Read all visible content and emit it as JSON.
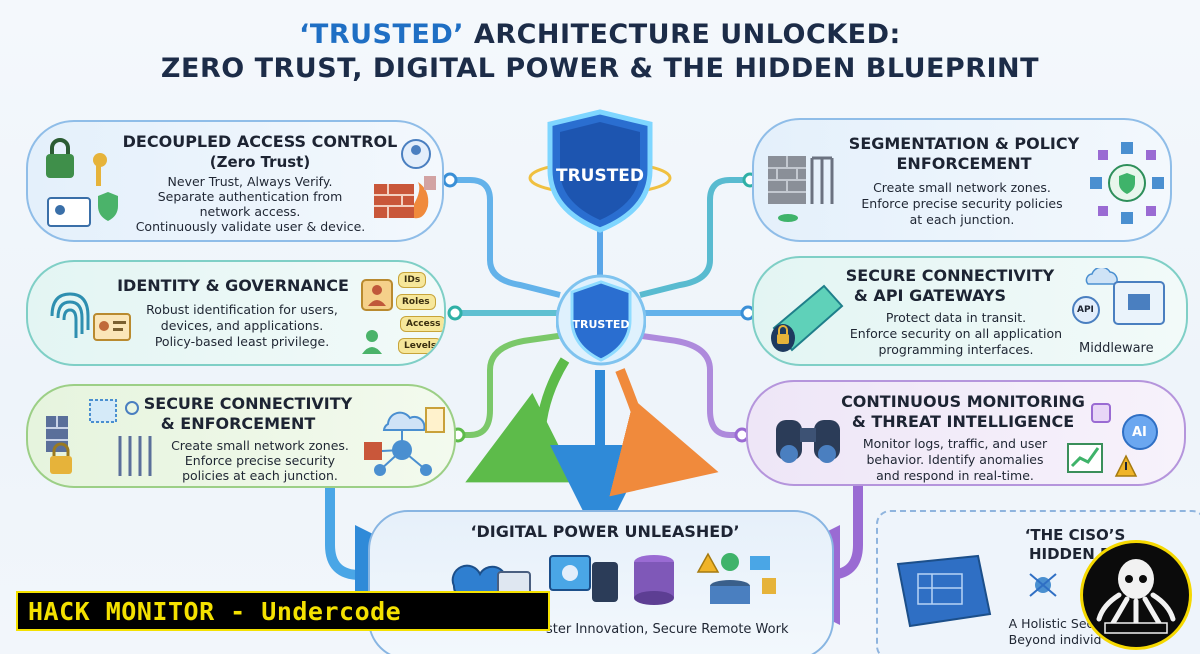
{
  "title": {
    "line1_accent": "‘TRUSTED’",
    "line1_rest": " ARCHITECTURE UNLOCKED:",
    "line2": "ZERO TRUST, DIGITAL POWER & THE HIDDEN BLUEPRINT"
  },
  "hub": {
    "top_shield": "TRUSTED",
    "center_shield": "TRUSTED"
  },
  "cards": {
    "decoupled": {
      "title_l1": "DECOUPLED ACCESS CONTROL",
      "title_l2": "(Zero Trust)",
      "text": [
        "Never Trust, Always Verify.",
        "Separate authentication from",
        "network access.",
        "Continuously validate user & device."
      ]
    },
    "identity": {
      "title": "IDENTITY & GOVERNANCE",
      "text": [
        "Robust identification for users,",
        "devices, and applications.",
        "Policy-based least privilege."
      ],
      "tags": [
        "IDs",
        "Roles",
        "Access",
        "Levels"
      ]
    },
    "secure_enf": {
      "title_l1": "SECURE CONNECTIVITY",
      "title_l2": "& ENFORCEMENT",
      "text": [
        "Create small network zones.",
        "Enforce precise security",
        "policies at each junction."
      ]
    },
    "segmentation": {
      "title_l1": "SEGMENTATION & POLICY",
      "title_l2": "ENFORCEMENT",
      "text": [
        "Create small network zones.",
        "Enforce precise security policies",
        "at each junction."
      ]
    },
    "api": {
      "title_l1": "SECURE CONNECTIVITY",
      "title_l2": "& API GATEWAYS",
      "text": [
        "Protect data in transit.",
        "Enforce security on all application",
        "programming interfaces."
      ],
      "api_label": "API",
      "middleware": "Middleware"
    },
    "monitoring": {
      "title_l1": "CONTINUOUS MONITORING",
      "title_l2": "& THREAT INTELLIGENCE",
      "text": [
        "Monitor logs, traffic, and user",
        "behavior. Identify anomalies",
        "and respond in real-time."
      ],
      "ai_label": "AI"
    },
    "digital": {
      "title": "‘DIGITAL POWER UNLEASHED’",
      "text": "ster Innovation, Secure Remote Work"
    },
    "cisco": {
      "title_l1": "‘THE CISO’S",
      "title_l2": "HIDDEN BL",
      "text_l1": "A Holistic Secu",
      "text_l2": "Beyond individ"
    }
  },
  "banner": {
    "text": "HACK MONITOR - Undercode"
  },
  "colors": {
    "blue": "#2f8ad8",
    "teal": "#27b3a8",
    "green": "#5dbb4a",
    "purple": "#9a6bd3",
    "orange": "#f08a3c",
    "navy": "#1c2c48",
    "banner_yellow": "#f4e100"
  }
}
